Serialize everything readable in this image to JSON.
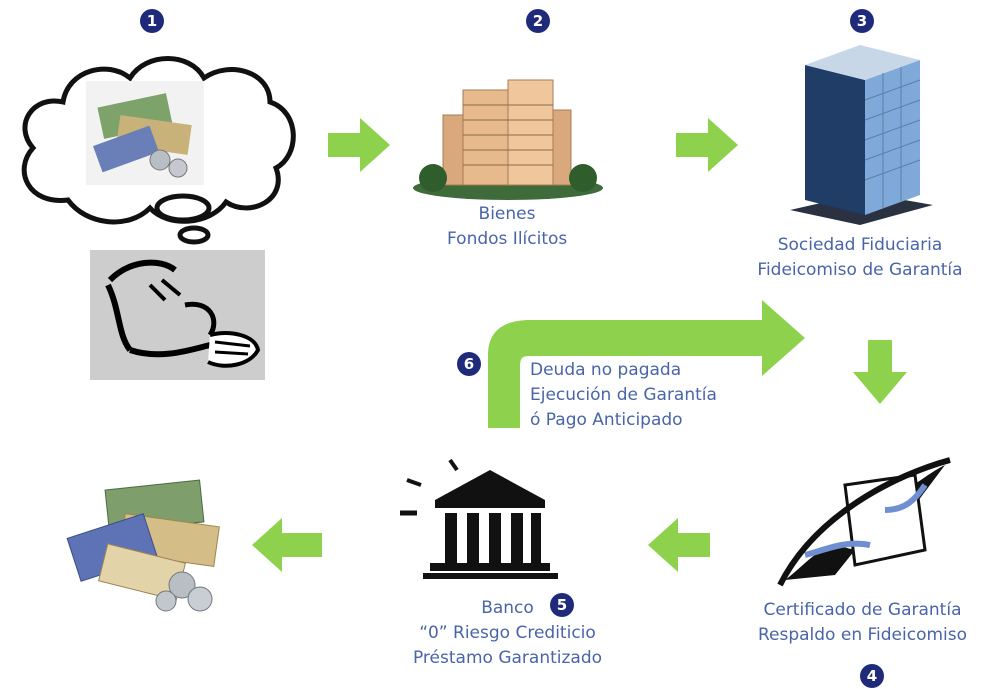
{
  "steps": [
    {
      "number": "1"
    },
    {
      "number": "2",
      "lines": [
        "Bienes",
        "Fondos Ilícitos"
      ]
    },
    {
      "number": "3",
      "lines": [
        "Sociedad Fiduciaria",
        "Fideicomiso de Garantía"
      ]
    },
    {
      "number": "4",
      "lines": [
        "Certificado de Garantía",
        "Respaldo en Fideicomiso"
      ]
    },
    {
      "number": "5",
      "lines": [
        "Banco",
        "“0” Riesgo Crediticio",
        "Préstamo Garantizado"
      ]
    },
    {
      "number": "6",
      "lines": [
        "Deuda no pagada",
        "Ejecución de Garantía",
        "ó Pago Anticipado"
      ]
    }
  ],
  "colors": {
    "arrow": "#8dd14d",
    "label": "#4a64a8",
    "badge": "#1f2b7a"
  },
  "icons": [
    "thought-cloud-money-icon",
    "thinking-man-icon",
    "apartment-building-icon",
    "office-tower-icon",
    "handshake-document-icon",
    "bank-icon",
    "money-pile-icon"
  ]
}
